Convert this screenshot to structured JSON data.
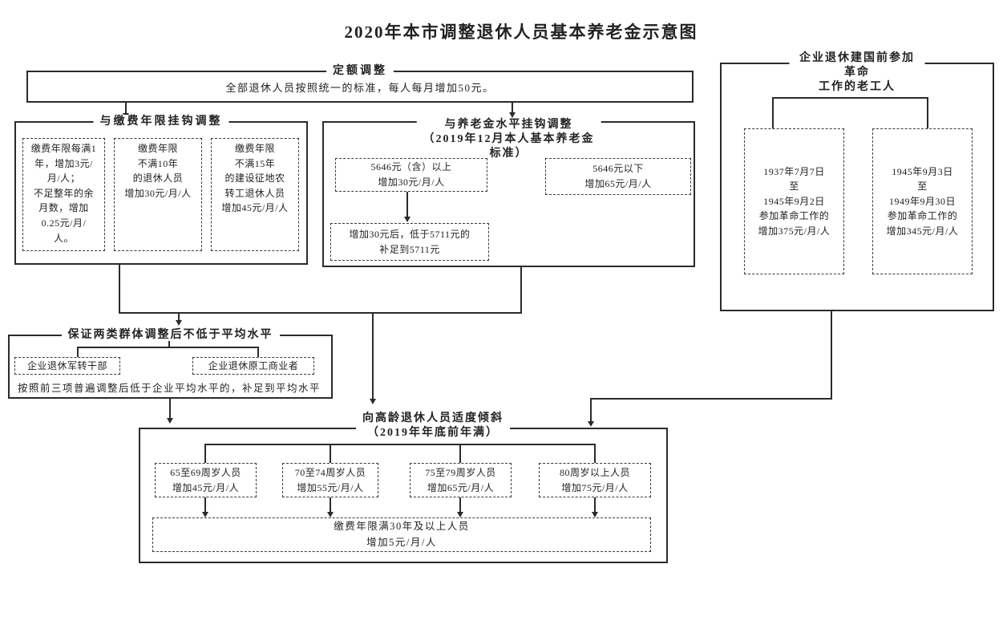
{
  "page": {
    "title": "2020年本市调整退休人员基本养老金示意图"
  },
  "fixed_adjustment": {
    "legend": "定额调整",
    "body": "全部退休人员按照统一的标准，每人每月增加50元。"
  },
  "years_linked": {
    "legend": "与缴费年限挂钩调整",
    "items": [
      "缴费年限每满1\n年，增加3元/\n月/人；\n不足整年的余\n月数，增加\n0.25元/月/\n人。",
      "缴费年限\n不满10年\n的退休人员\n增加30元/月/人",
      "缴费年限\n不满15年\n的建设征地农\n转工退休人员\n增加45元/月/人"
    ]
  },
  "pension_linked": {
    "legend": "与养老金水平挂钩调整\n（2019年12月本人基本养老金标准）",
    "above": "5646元（含）以上\n增加30元/月/人",
    "below": "5646元以下\n增加65元/月/人",
    "topup": "增加30元后，低于5711元的\n补足到5711元"
  },
  "veteran_workers": {
    "legend": "企业退休建国前参加革命\n工作的老工人",
    "period1": "1937年7月7日\n至\n1945年9月2日\n参加革命工作的\n增加375元/月/人",
    "period2": "1945年9月3日\n至\n1949年9月30日\n参加革命工作的\n增加345元/月/人"
  },
  "guarantee_average": {
    "legend": "保证两类群体调整后不低于平均水平",
    "group1": "企业退休军转干部",
    "group2": "企业退休原工商业者",
    "note": "按照前三项普遍调整后低于企业平均水平的，补足到平均水平"
  },
  "elderly_tilt": {
    "legend": "向高龄退休人员适度倾斜\n（2019年年底前年满）",
    "age_groups": [
      "65至69周岁人员\n增加45元/月/人",
      "70至74周岁人员\n增加55元/月/人",
      "75至79周岁人员\n增加65元/月/人",
      "80周岁以上人员\n增加75元/月/人"
    ],
    "long_service": "缴费年限满30年及以上人员\n增加5元/月/人"
  }
}
